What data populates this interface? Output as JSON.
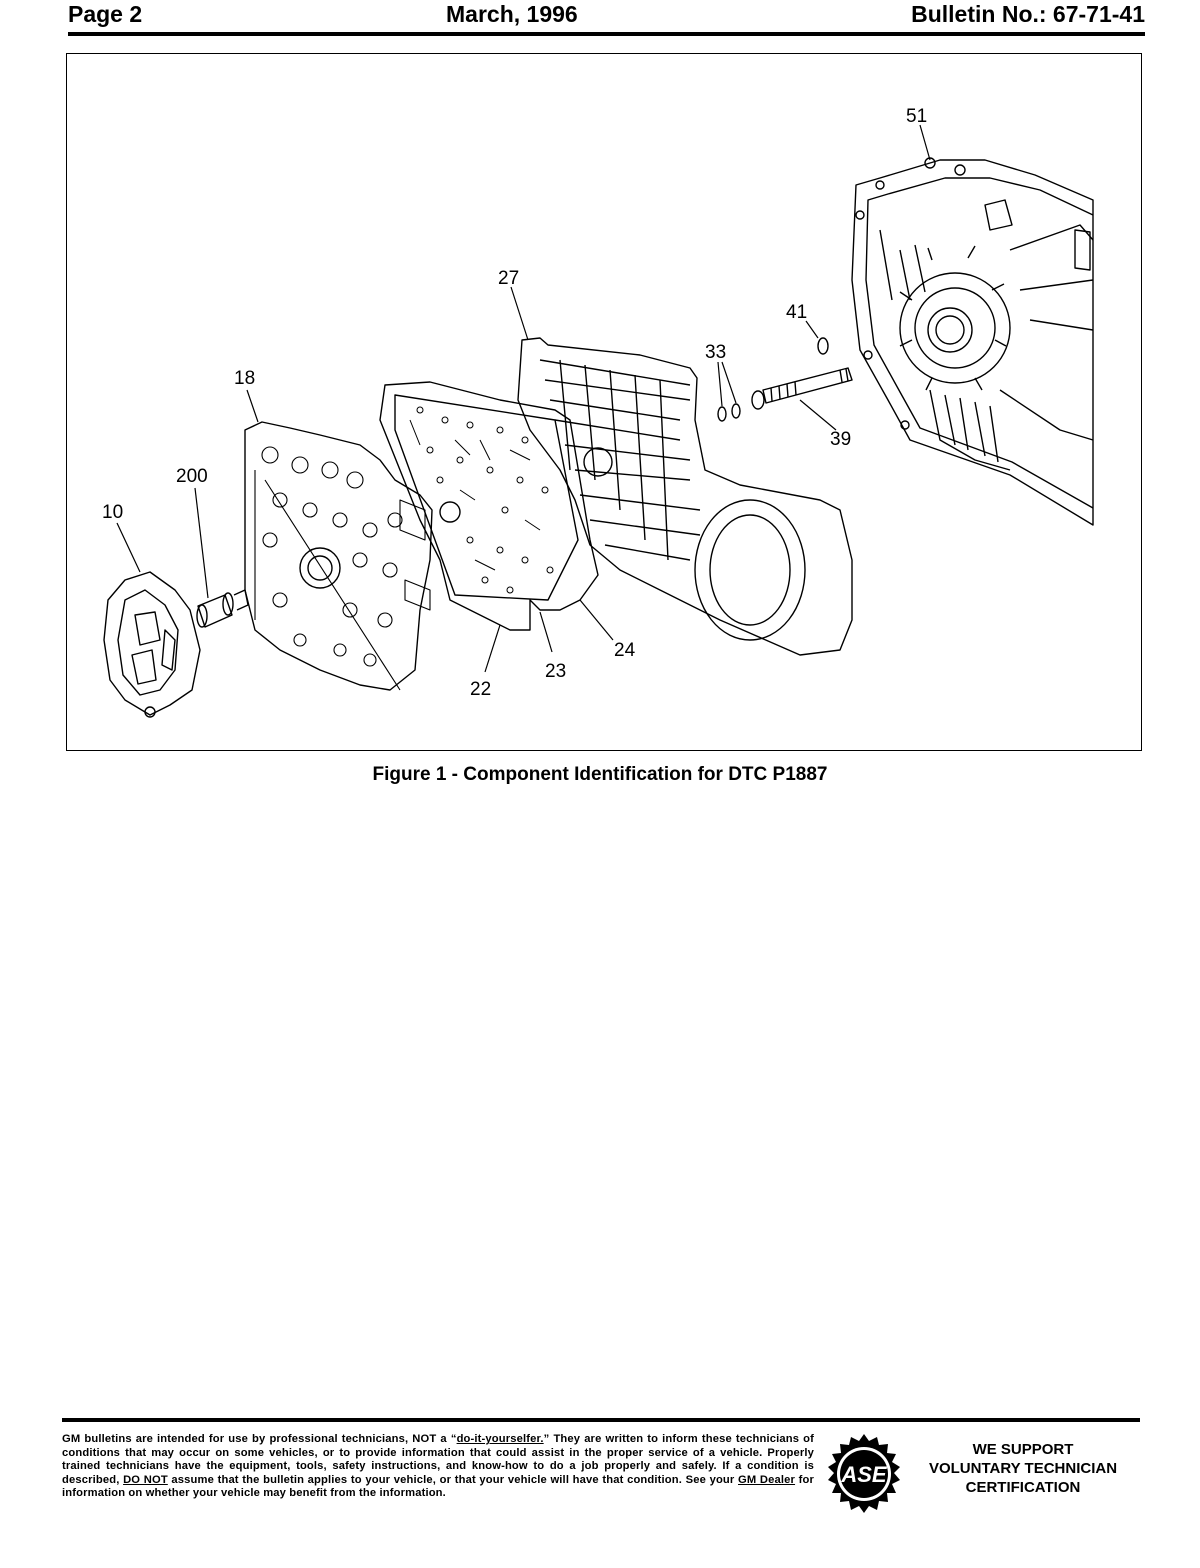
{
  "header": {
    "page": "Page  2",
    "date": "March, 1996",
    "bulletin": "Bulletin No.:  67-71-41"
  },
  "figure": {
    "caption": "Figure 1 - Component Identification for DTC P1887",
    "callouts": {
      "c51": "51",
      "c27": "27",
      "c41": "41",
      "c33": "33",
      "c18": "18",
      "c39": "39",
      "c200": "200",
      "c10": "10",
      "c24": "24",
      "c23": "23",
      "c22": "22"
    }
  },
  "footer": {
    "disclaimer": {
      "p1": "GM bulletins are intended for use by professional technicians, NOT a “",
      "diy": "do-it-yourselfer.",
      "p2": "” They are written to inform these technicians of conditions that may occur on some vehicles, or to provide information that could assist in the proper service of a vehicle. Properly trained technicians have the equipment, tools, safety instructions, and know-how to do a job properly and safely. If a condition is described, ",
      "donot": "DO NOT",
      "p3": " assume that the bulletin applies to your vehicle, or that your vehicle will have that condition. See your ",
      "gmdealer": "GM Dealer",
      "p4": " for information on whether your vehicle may benefit from the information."
    },
    "logo_text": "ASE",
    "support": [
      "WE SUPPORT",
      "VOLUNTARY TECHNICIAN",
      "CERTIFICATION"
    ]
  }
}
